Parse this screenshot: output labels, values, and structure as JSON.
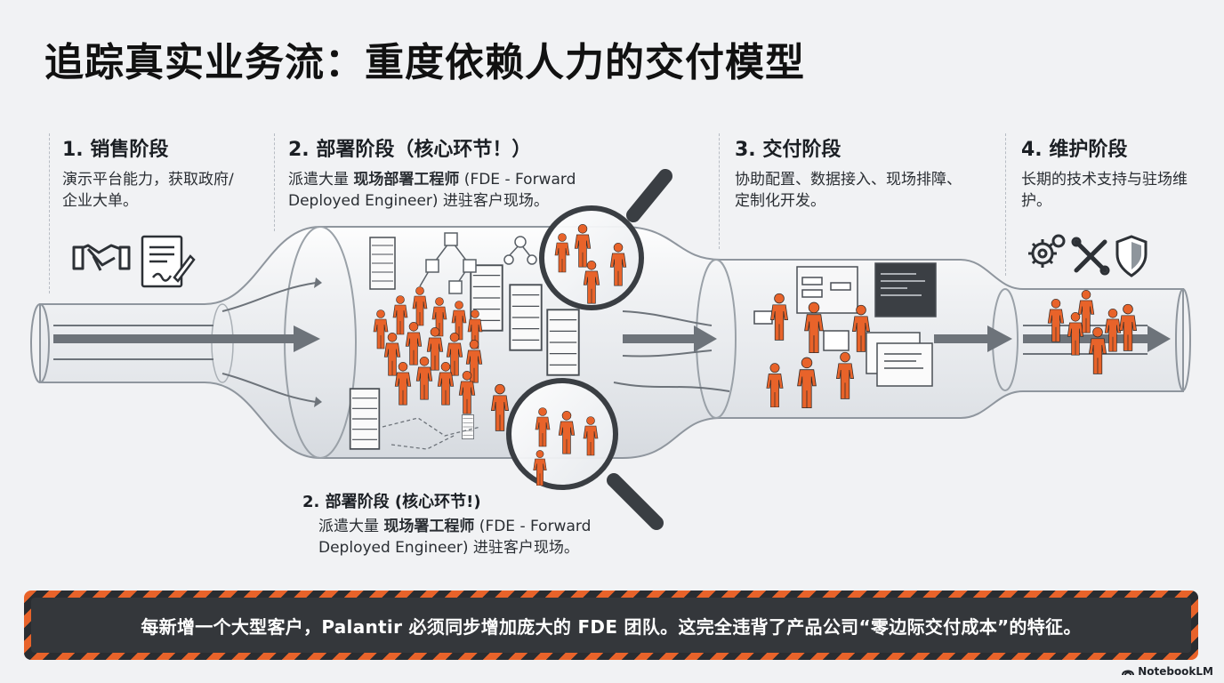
{
  "title": "追踪真实业务流：重度依赖人力的交付模型",
  "stages": {
    "s1": {
      "heading": "1. 销售阶段",
      "text": "演示平台能力，获取政府/企业大单。"
    },
    "s2": {
      "heading": "2. 部署阶段（核心环节！）",
      "text_before": "派遣大量 ",
      "text_bold": "现场部署工程师",
      "text_after": " (FDE - Forward Deployed Engineer) 进驻客户现场。"
    },
    "s3": {
      "heading": "3. 交付阶段",
      "text": "协助配置、数据接入、现场排障、定制化开发。"
    },
    "s4": {
      "heading": "4. 维护阶段",
      "text": "长期的技术支持与驻场维护。"
    },
    "s2b": {
      "heading": "2. 部署阶段 (核心环节!)",
      "text_before": "派遣大量 ",
      "text_bold": "现场署工程师",
      "text_after": " (FDE - Forward Deployed Engineer) 进驻客户现场。"
    }
  },
  "banner": "每新增一个大型客户，Palantir 必须同步增加庞大的 FDE 团队。这完全违背了产品公司“零边际交付成本”的特征。",
  "brand": "NotebookLM",
  "colors": {
    "accent": "#e8632a",
    "banner_bg": "#34373b",
    "stripe_dark": "#2a2d31"
  },
  "icons": [
    "handshake-icon",
    "contract-icon",
    "gear-icon",
    "wrench-icon",
    "shield-icon",
    "magnifier-icon",
    "server-icon",
    "network-node-icon",
    "code-window-icon",
    "worker-icon"
  ]
}
